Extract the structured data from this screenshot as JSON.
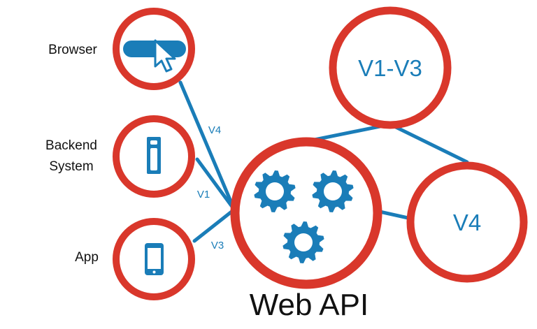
{
  "colors": {
    "ring": "#d9372b",
    "accent": "#1a7db8",
    "text": "#111111"
  },
  "clients": [
    {
      "label_lines": [
        "Browser"
      ],
      "icon": "browser-cursor-icon"
    },
    {
      "label_lines": [
        "Backend",
        "System"
      ],
      "icon": "server-icon"
    },
    {
      "label_lines": [
        "App"
      ],
      "icon": "smartphone-icon"
    }
  ],
  "connections": [
    {
      "from": "Browser",
      "label": "V4"
    },
    {
      "from": "Backend System",
      "label": "V1"
    },
    {
      "from": "App",
      "label": "V3"
    }
  ],
  "versions": [
    {
      "label": "V1-V3"
    },
    {
      "label": "V4"
    }
  ],
  "center": {
    "title": "Web API",
    "icon": "gears-icon"
  }
}
